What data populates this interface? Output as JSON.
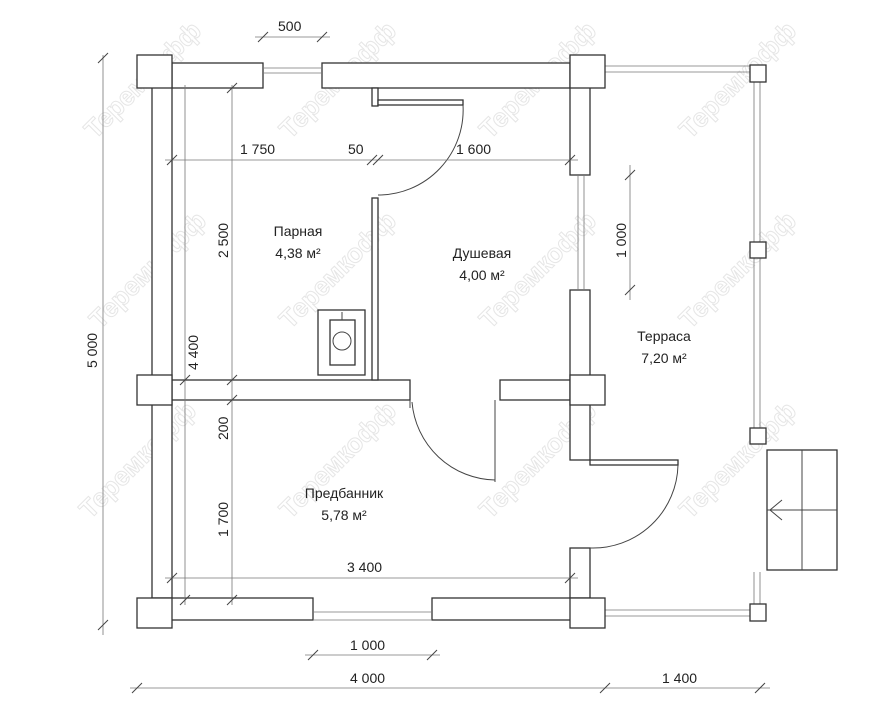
{
  "watermark": "Теремкофф",
  "rooms": [
    {
      "name": "Парная",
      "area": "4,38 м²"
    },
    {
      "name": "Душевая",
      "area": "4,00 м²"
    },
    {
      "name": "Терраса",
      "area": "7,20 м²"
    },
    {
      "name": "Предбанник",
      "area": "5,78 м²"
    }
  ],
  "dimensions": {
    "window_top": "500",
    "total_height": "5 000",
    "inner_height": "4 400",
    "parnaya_depth": "2 500",
    "wall": "200",
    "predbannik_depth": "1 700",
    "parnaya_width": "1 750",
    "partition": "50",
    "dush_width": "1 600",
    "window_right": "1 000",
    "inner_width": "3 400",
    "window_bottom": "1 000",
    "house_width": "4 000",
    "terrace_width": "1 400"
  }
}
